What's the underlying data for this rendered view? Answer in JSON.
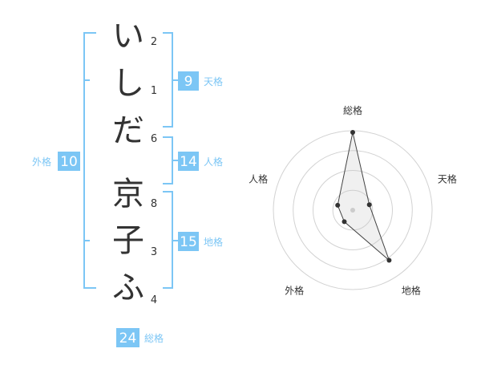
{
  "name": {
    "chars": [
      {
        "char": "い",
        "strokes": "2"
      },
      {
        "char": "し",
        "strokes": "1"
      },
      {
        "char": "だ",
        "strokes": "6"
      },
      {
        "char": "京",
        "strokes": "8"
      },
      {
        "char": "子",
        "strokes": "3"
      },
      {
        "char": "ふ",
        "strokes": "4"
      }
    ]
  },
  "fortunes": {
    "tenkaku": {
      "value": "9",
      "label": "天格"
    },
    "jinkaku": {
      "value": "14",
      "label": "人格"
    },
    "chikaku": {
      "value": "15",
      "label": "地格"
    },
    "gaikaku": {
      "value": "10",
      "label": "外格"
    },
    "soukaku": {
      "value": "24",
      "label": "総格"
    }
  },
  "colors": {
    "accent": "#7cc6f5",
    "text": "#333333",
    "grid": "#d2d2d2"
  },
  "chart_data": {
    "type": "radar",
    "axes": [
      "総格",
      "天格",
      "地格",
      "外格",
      "人格"
    ],
    "values": [
      0.98,
      0.22,
      0.78,
      0.18,
      0.2
    ],
    "range": [
      0,
      1
    ],
    "rings": 4
  }
}
